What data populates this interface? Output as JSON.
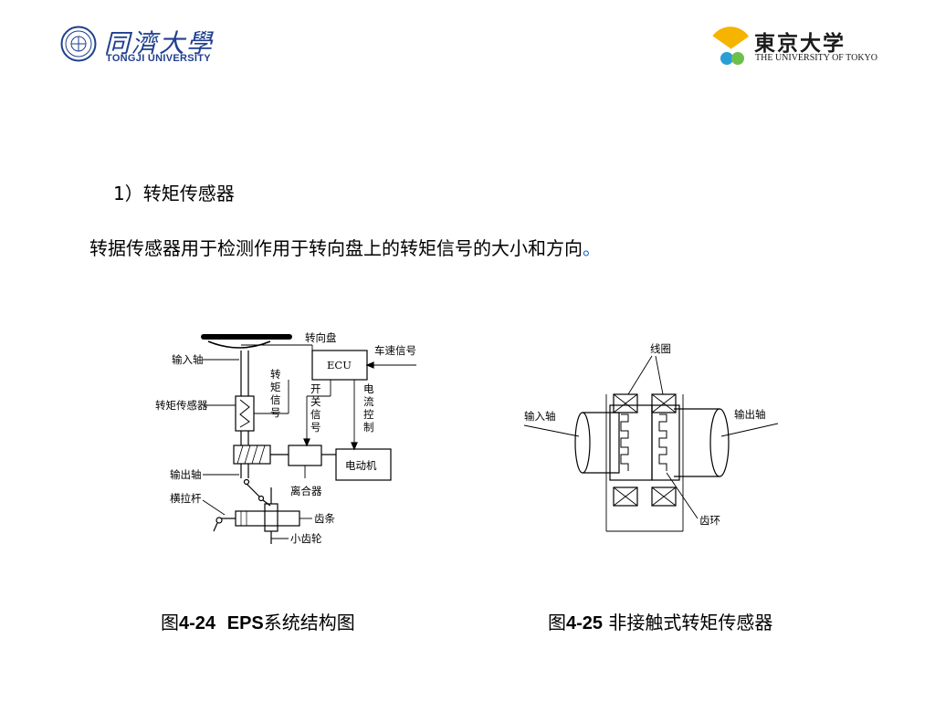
{
  "logos": {
    "left": {
      "name_cn": "同濟大學",
      "name_en": "TONGJI UNIVERSITY",
      "color": "#1f3f8f"
    },
    "right": {
      "name_cn": "東京大学",
      "name_en": "THE UNIVERSITY OF TOKYO",
      "accent": "#f5b400"
    }
  },
  "section": {
    "heading": "1）转矩传感器",
    "description": "转据传感器用于检测作用于转向盘上的转矩信号的大小和方向",
    "description_end": "。"
  },
  "figure1": {
    "labels": {
      "steering_wheel": "转向盘",
      "speed_signal": "车速信号",
      "ecu": "ECU",
      "input_shaft": "输入轴",
      "torque_signal": [
        "转",
        "矩",
        "信",
        "号"
      ],
      "switch_signal": [
        "开",
        "关",
        "信",
        "号"
      ],
      "current_control": [
        "电",
        "流",
        "控",
        "制"
      ],
      "torque_sensor": "转矩传感器",
      "output_shaft": "输出轴",
      "motor": "电动机",
      "clutch": "离合器",
      "tie_rod": "横拉杆",
      "rack": "齿条",
      "pinion": "小齿轮"
    },
    "caption_prefix": "图",
    "caption_num": "4-24",
    "caption_eps": "EPS",
    "caption_text": "系统结构图"
  },
  "figure2": {
    "labels": {
      "coil": "线圈",
      "input_shaft": "输入轴",
      "output_shaft": "输出轴",
      "gear_ring": "齿环"
    },
    "caption_prefix": "图",
    "caption_num": "4-25",
    "caption_text": " 非接触式转矩传感器"
  }
}
